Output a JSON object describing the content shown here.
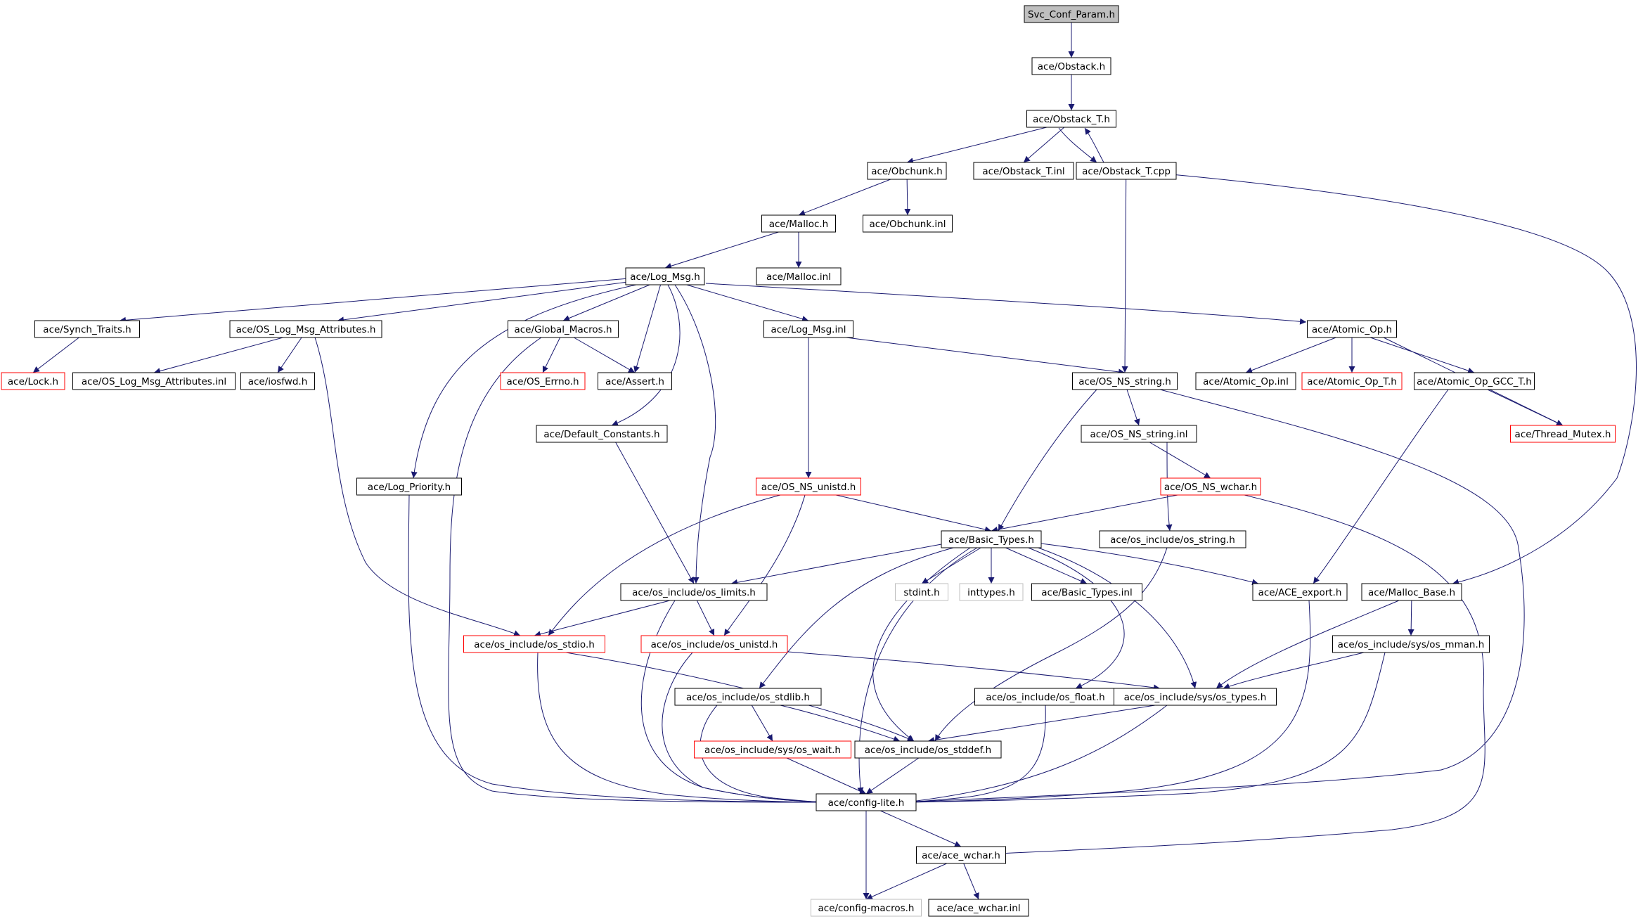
{
  "colors": {
    "edge": "#191970",
    "node_border_normal": "#000000",
    "node_border_missing": "#ff0000",
    "node_border_system": "#bfbfbf",
    "node_fill_root": "#bfbfbf",
    "node_fill": "#ffffff"
  },
  "nodes": [
    {
      "id": "svc_conf_param_h",
      "label": "Svc_Conf_Param.h",
      "kind": "root"
    },
    {
      "id": "obstack_h",
      "label": "ace/Obstack.h",
      "kind": "normal"
    },
    {
      "id": "obstack_t_h",
      "label": "ace/Obstack_T.h",
      "kind": "normal"
    },
    {
      "id": "obchunk_h",
      "label": "ace/Obchunk.h",
      "kind": "normal"
    },
    {
      "id": "obstack_t_inl",
      "label": "ace/Obstack_T.inl",
      "kind": "normal"
    },
    {
      "id": "obstack_t_cpp",
      "label": "ace/Obstack_T.cpp",
      "kind": "normal"
    },
    {
      "id": "malloc_h",
      "label": "ace/Malloc.h",
      "kind": "normal"
    },
    {
      "id": "obchunk_inl",
      "label": "ace/Obchunk.inl",
      "kind": "normal"
    },
    {
      "id": "log_msg_h",
      "label": "ace/Log_Msg.h",
      "kind": "normal"
    },
    {
      "id": "malloc_inl",
      "label": "ace/Malloc.inl",
      "kind": "normal"
    },
    {
      "id": "synch_traits_h",
      "label": "ace/Synch_Traits.h",
      "kind": "normal"
    },
    {
      "id": "os_log_msg_attributes_h",
      "label": "ace/OS_Log_Msg_Attributes.h",
      "kind": "normal"
    },
    {
      "id": "global_macros_h",
      "label": "ace/Global_Macros.h",
      "kind": "normal"
    },
    {
      "id": "log_msg_inl",
      "label": "ace/Log_Msg.inl",
      "kind": "normal"
    },
    {
      "id": "atomic_op_h",
      "label": "ace/Atomic_Op.h",
      "kind": "normal"
    },
    {
      "id": "lock_h",
      "label": "ace/Lock.h",
      "kind": "missing"
    },
    {
      "id": "os_log_msg_attributes_inl",
      "label": "ace/OS_Log_Msg_Attributes.inl",
      "kind": "normal"
    },
    {
      "id": "iosfwd_h",
      "label": "ace/iosfwd.h",
      "kind": "normal"
    },
    {
      "id": "os_errno_h",
      "label": "ace/OS_Errno.h",
      "kind": "missing"
    },
    {
      "id": "assert_h",
      "label": "ace/Assert.h",
      "kind": "normal"
    },
    {
      "id": "os_ns_string_h",
      "label": "ace/OS_NS_string.h",
      "kind": "normal"
    },
    {
      "id": "atomic_op_inl",
      "label": "ace/Atomic_Op.inl",
      "kind": "normal"
    },
    {
      "id": "atomic_op_t_h",
      "label": "ace/Atomic_Op_T.h",
      "kind": "missing"
    },
    {
      "id": "atomic_op_gcc_t_h",
      "label": "ace/Atomic_Op_GCC_T.h",
      "kind": "normal"
    },
    {
      "id": "default_constants_h",
      "label": "ace/Default_Constants.h",
      "kind": "normal"
    },
    {
      "id": "os_ns_string_inl",
      "label": "ace/OS_NS_string.inl",
      "kind": "normal"
    },
    {
      "id": "thread_mutex_h",
      "label": "ace/Thread_Mutex.h",
      "kind": "missing"
    },
    {
      "id": "log_priority_h",
      "label": "ace/Log_Priority.h",
      "kind": "normal"
    },
    {
      "id": "os_ns_unistd_h",
      "label": "ace/OS_NS_unistd.h",
      "kind": "missing"
    },
    {
      "id": "os_ns_wchar_h",
      "label": "ace/OS_NS_wchar.h",
      "kind": "missing"
    },
    {
      "id": "basic_types_h",
      "label": "ace/Basic_Types.h",
      "kind": "normal"
    },
    {
      "id": "os_string_h",
      "label": "ace/os_include/os_string.h",
      "kind": "normal"
    },
    {
      "id": "os_limits_h",
      "label": "ace/os_include/os_limits.h",
      "kind": "normal"
    },
    {
      "id": "stdint_h",
      "label": "stdint.h",
      "kind": "system"
    },
    {
      "id": "inttypes_h",
      "label": "inttypes.h",
      "kind": "system"
    },
    {
      "id": "basic_types_inl",
      "label": "ace/Basic_Types.inl",
      "kind": "normal"
    },
    {
      "id": "ace_export_h",
      "label": "ace/ACE_export.h",
      "kind": "normal"
    },
    {
      "id": "malloc_base_h",
      "label": "ace/Malloc_Base.h",
      "kind": "normal"
    },
    {
      "id": "os_stdio_h",
      "label": "ace/os_include/os_stdio.h",
      "kind": "missing"
    },
    {
      "id": "os_unistd_h",
      "label": "ace/os_include/os_unistd.h",
      "kind": "missing"
    },
    {
      "id": "os_mman_h",
      "label": "ace/os_include/sys/os_mman.h",
      "kind": "normal"
    },
    {
      "id": "os_stdlib_h",
      "label": "ace/os_include/os_stdlib.h",
      "kind": "normal"
    },
    {
      "id": "os_float_h",
      "label": "ace/os_include/os_float.h",
      "kind": "normal"
    },
    {
      "id": "os_types_h",
      "label": "ace/os_include/sys/os_types.h",
      "kind": "normal"
    },
    {
      "id": "os_wait_h",
      "label": "ace/os_include/sys/os_wait.h",
      "kind": "missing"
    },
    {
      "id": "os_stddef_h",
      "label": "ace/os_include/os_stddef.h",
      "kind": "normal"
    },
    {
      "id": "config_lite_h",
      "label": "ace/config-lite.h",
      "kind": "normal"
    },
    {
      "id": "ace_wchar_h",
      "label": "ace/ace_wchar.h",
      "kind": "normal"
    },
    {
      "id": "config_macros_h",
      "label": "ace/config-macros.h",
      "kind": "system"
    },
    {
      "id": "ace_wchar_inl",
      "label": "ace/ace_wchar.inl",
      "kind": "normal"
    }
  ],
  "edges": [
    [
      "svc_conf_param_h",
      "obstack_h"
    ],
    [
      "obstack_h",
      "obstack_t_h"
    ],
    [
      "obstack_t_h",
      "obchunk_h"
    ],
    [
      "obstack_t_h",
      "obstack_t_inl"
    ],
    [
      "obstack_t_h",
      "obstack_t_cpp"
    ],
    [
      "obstack_t_cpp",
      "obstack_t_h"
    ],
    [
      "obstack_t_cpp",
      "os_ns_string_h"
    ],
    [
      "obstack_t_cpp",
      "malloc_base_h"
    ],
    [
      "obchunk_h",
      "malloc_h"
    ],
    [
      "obchunk_h",
      "obchunk_inl"
    ],
    [
      "malloc_h",
      "log_msg_h"
    ],
    [
      "malloc_h",
      "malloc_inl"
    ],
    [
      "log_msg_h",
      "synch_traits_h"
    ],
    [
      "log_msg_h",
      "os_log_msg_attributes_h"
    ],
    [
      "log_msg_h",
      "global_macros_h"
    ],
    [
      "log_msg_h",
      "log_msg_inl"
    ],
    [
      "log_msg_h",
      "atomic_op_h"
    ],
    [
      "log_msg_h",
      "assert_h"
    ],
    [
      "log_msg_h",
      "default_constants_h"
    ],
    [
      "log_msg_h",
      "log_priority_h"
    ],
    [
      "log_msg_h",
      "os_limits_h"
    ],
    [
      "synch_traits_h",
      "lock_h"
    ],
    [
      "os_log_msg_attributes_h",
      "os_log_msg_attributes_inl"
    ],
    [
      "os_log_msg_attributes_h",
      "iosfwd_h"
    ],
    [
      "os_log_msg_attributes_h",
      "os_stdio_h"
    ],
    [
      "global_macros_h",
      "os_errno_h"
    ],
    [
      "global_macros_h",
      "assert_h"
    ],
    [
      "global_macros_h",
      "config_lite_h"
    ],
    [
      "log_msg_inl",
      "os_ns_string_h"
    ],
    [
      "log_msg_inl",
      "os_ns_unistd_h"
    ],
    [
      "atomic_op_h",
      "atomic_op_inl"
    ],
    [
      "atomic_op_h",
      "atomic_op_t_h"
    ],
    [
      "atomic_op_h",
      "atomic_op_gcc_t_h"
    ],
    [
      "atomic_op_h",
      "thread_mutex_h"
    ],
    [
      "atomic_op_gcc_t_h",
      "thread_mutex_h"
    ],
    [
      "atomic_op_gcc_t_h",
      "ace_export_h"
    ],
    [
      "os_ns_string_h",
      "os_ns_string_inl"
    ],
    [
      "os_ns_string_h",
      "basic_types_h"
    ],
    [
      "os_ns_string_h",
      "config_lite_h"
    ],
    [
      "os_ns_string_inl",
      "os_ns_wchar_h"
    ],
    [
      "os_ns_string_inl",
      "os_string_h"
    ],
    [
      "default_constants_h",
      "os_limits_h"
    ],
    [
      "log_priority_h",
      "config_lite_h"
    ],
    [
      "os_ns_unistd_h",
      "basic_types_h"
    ],
    [
      "os_ns_unistd_h",
      "os_stdio_h"
    ],
    [
      "os_ns_unistd_h",
      "os_unistd_h"
    ],
    [
      "os_ns_wchar_h",
      "basic_types_h"
    ],
    [
      "os_ns_wchar_h",
      "ace_wchar_h"
    ],
    [
      "os_string_h",
      "os_stddef_h"
    ],
    [
      "basic_types_h",
      "os_limits_h"
    ],
    [
      "basic_types_h",
      "stdint_h"
    ],
    [
      "basic_types_h",
      "inttypes_h"
    ],
    [
      "basic_types_h",
      "basic_types_inl"
    ],
    [
      "basic_types_h",
      "ace_export_h"
    ],
    [
      "basic_types_h",
      "os_stdlib_h"
    ],
    [
      "basic_types_h",
      "os_float_h"
    ],
    [
      "basic_types_h",
      "os_types_h"
    ],
    [
      "basic_types_h",
      "os_stddef_h"
    ],
    [
      "basic_types_h",
      "config_lite_h"
    ],
    [
      "os_limits_h",
      "os_stdio_h"
    ],
    [
      "os_limits_h",
      "os_unistd_h"
    ],
    [
      "os_limits_h",
      "config_lite_h"
    ],
    [
      "ace_export_h",
      "config_lite_h"
    ],
    [
      "malloc_base_h",
      "os_mman_h"
    ],
    [
      "malloc_base_h",
      "os_types_h"
    ],
    [
      "os_mman_h",
      "os_types_h"
    ],
    [
      "os_mman_h",
      "config_lite_h"
    ],
    [
      "os_stdio_h",
      "os_stddef_h"
    ],
    [
      "os_stdio_h",
      "config_lite_h"
    ],
    [
      "os_unistd_h",
      "os_types_h"
    ],
    [
      "os_unistd_h",
      "config_lite_h"
    ],
    [
      "os_stdlib_h",
      "os_wait_h"
    ],
    [
      "os_stdlib_h",
      "os_stddef_h"
    ],
    [
      "os_stdlib_h",
      "config_lite_h"
    ],
    [
      "os_float_h",
      "config_lite_h"
    ],
    [
      "os_types_h",
      "os_stddef_h"
    ],
    [
      "os_types_h",
      "config_lite_h"
    ],
    [
      "os_wait_h",
      "config_lite_h"
    ],
    [
      "os_stddef_h",
      "config_lite_h"
    ],
    [
      "config_lite_h",
      "ace_wchar_h"
    ],
    [
      "config_lite_h",
      "config_macros_h"
    ],
    [
      "ace_wchar_h",
      "config_macros_h"
    ],
    [
      "ace_wchar_h",
      "ace_wchar_inl"
    ]
  ]
}
